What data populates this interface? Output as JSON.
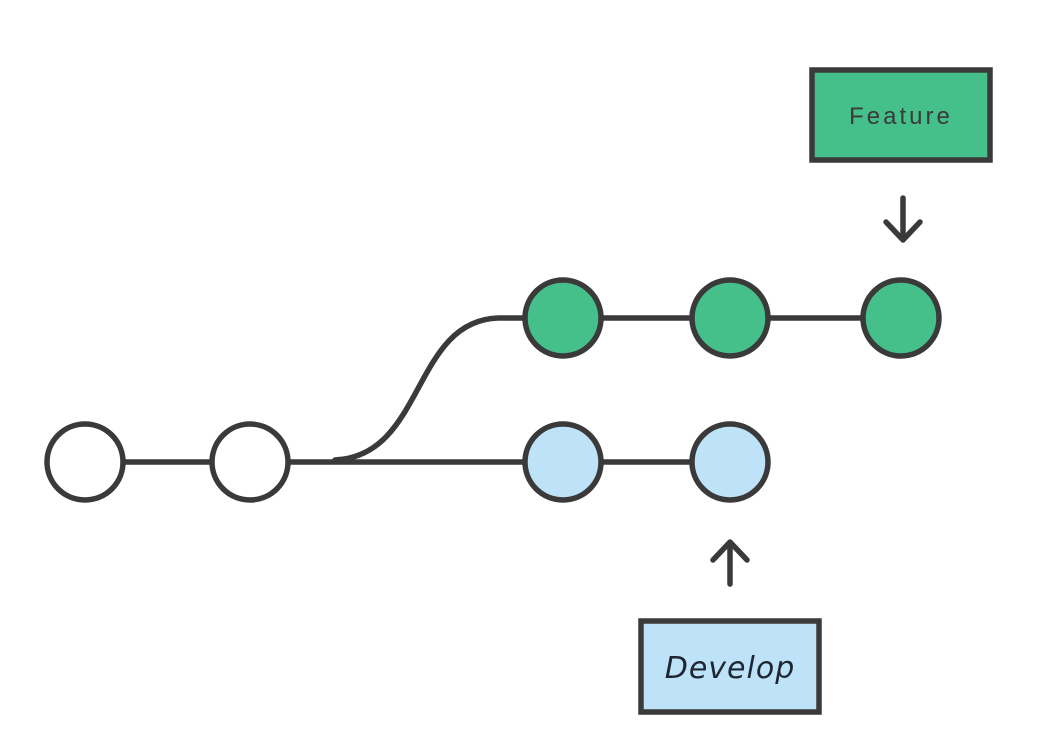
{
  "diagram": {
    "type": "git-branching-diagram",
    "background": "#ffffff",
    "stroke_color": "#3a3a3a",
    "main_branch": {
      "fill": "#ffffff",
      "commits": 2
    },
    "feature_branch": {
      "label": "Feature",
      "fill": "#45c08b",
      "commits": 3,
      "pointer": "arrow-down"
    },
    "develop_branch": {
      "label": "Develop",
      "fill": "#bee3f8",
      "commits": 2,
      "pointer": "arrow-up"
    }
  }
}
